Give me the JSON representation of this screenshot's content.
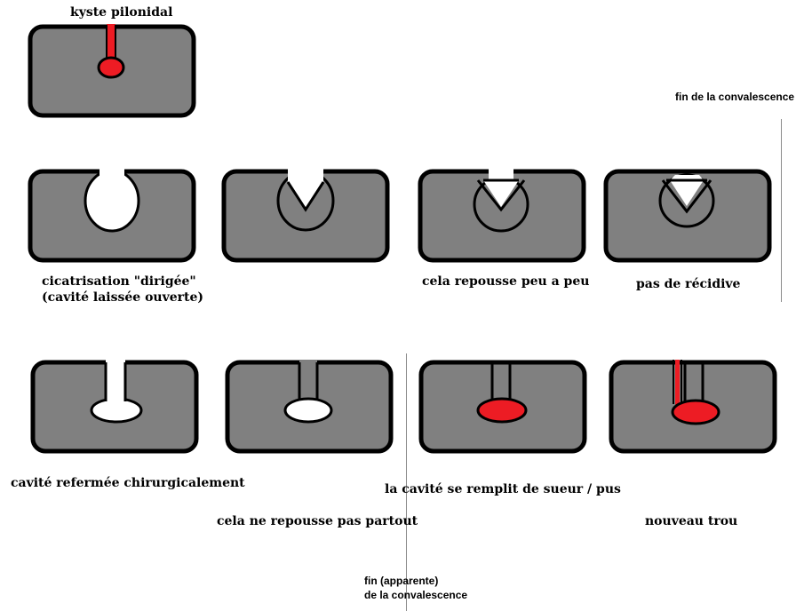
{
  "labels": {
    "title": "kyste pilonidal",
    "fin_convalescence": "fin de la convalescence",
    "cicatrisation_line1": "cicatrisation \"dirigée\"",
    "cicatrisation_line2": "(cavité laissée ouverte)",
    "repousse": "cela repousse peu a peu",
    "pas_recidive": "pas de récidive",
    "refermee": "cavité refermée chirurgicalement",
    "remplit": "la cavité se remplit de sueur / pus",
    "ne_repousse": "cela ne repousse pas partout",
    "nouveau_trou": "nouveau trou",
    "fin_apparente_line1": "fin (apparente)",
    "fin_apparente_line2": "de la convalescence"
  },
  "colors": {
    "tissue": "#808080",
    "outline": "#000000",
    "cavity": "#ffffff",
    "infection": "#ed1c24",
    "divider": "#8c8c8c"
  }
}
